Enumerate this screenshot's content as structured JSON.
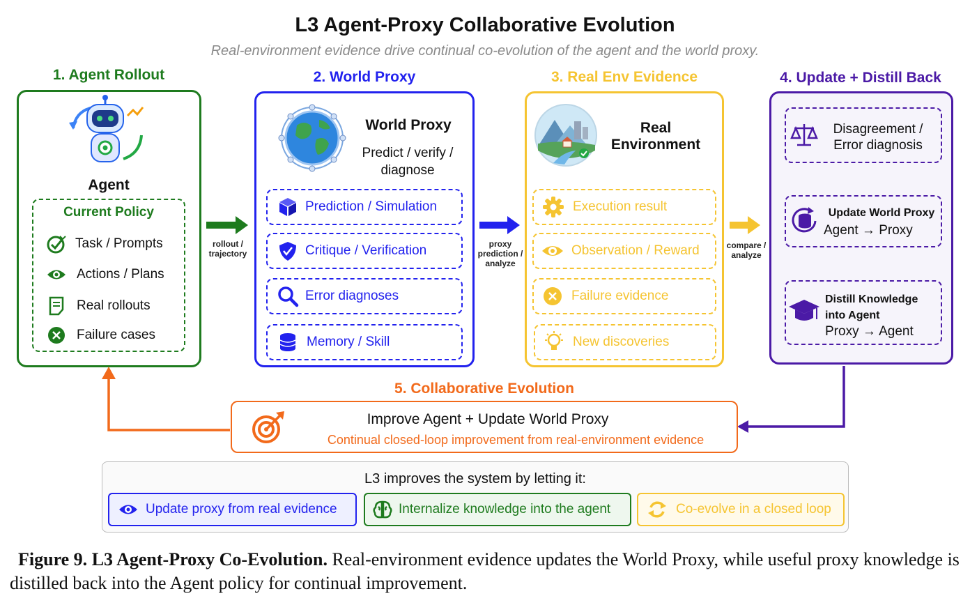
{
  "title": "L3 Agent-Proxy Collaborative Evolution",
  "subtitle": "Real-environment evidence drive continual co-evolution of the agent and the world proxy.",
  "colors": {
    "green": "#1e7b1e",
    "blue": "#2222ee",
    "yellow": "#f5c431",
    "purple": "#4b1aa6",
    "orange": "#f26a1b",
    "gray": "#bbbbbb"
  },
  "panel1": {
    "heading": "1. Agent Rollout",
    "name": "Agent",
    "policy_title": "Current Policy",
    "items": [
      {
        "icon": "target-check-icon",
        "label": "Task / Prompts"
      },
      {
        "icon": "eye-icon",
        "label": "Actions / Plans"
      },
      {
        "icon": "document-icon",
        "label": "Real rollouts"
      },
      {
        "icon": "x-circle-icon",
        "label": "Failure cases"
      }
    ]
  },
  "arrow1": {
    "label": "rollout / trajectory"
  },
  "panel2": {
    "heading": "2. World Proxy",
    "name": "World Proxy",
    "desc": "Predict / verify / diagnose",
    "items": [
      {
        "icon": "cube-icon",
        "label": "Prediction / Simulation"
      },
      {
        "icon": "shield-check-icon",
        "label": "Critique / Verification"
      },
      {
        "icon": "magnifier-icon",
        "label": "Error diagnoses"
      },
      {
        "icon": "database-icon",
        "label": "Memory / Skill"
      }
    ]
  },
  "arrow2": {
    "label": "proxy prediction / analyze"
  },
  "panel3": {
    "heading": "3. Real Env Evidence",
    "name": "Real Environment",
    "items": [
      {
        "icon": "gear-icon",
        "label": "Execution result"
      },
      {
        "icon": "eye-icon",
        "label": "Observation / Reward"
      },
      {
        "icon": "x-circle-icon",
        "label": "Failure evidence"
      },
      {
        "icon": "lightbulb-icon",
        "label": "New discoveries"
      }
    ]
  },
  "arrow3": {
    "label": "compare / analyze"
  },
  "panel4": {
    "heading": "4. Update + Distill Back",
    "box1": {
      "icon": "scales-icon",
      "line1": "Disagreement /",
      "line2": "Error diagnosis"
    },
    "box2": {
      "icon": "database-refresh-icon",
      "line1": "Update World Proxy",
      "line2": "Agent → Proxy"
    },
    "box3": {
      "icon": "graduation-cap-icon",
      "line1": "Distill Knowledge",
      "line2": "into Agent",
      "line3": "Proxy → Agent"
    }
  },
  "panel5": {
    "heading": "5. Collaborative Evolution",
    "main": "Improve Agent + Update World Proxy",
    "sub": "Continual closed-loop improvement from real-environment evidence"
  },
  "summary": {
    "title": "L3 improves the system by letting it:",
    "chips": [
      {
        "icon": "eye-icon",
        "label": "Update proxy from real evidence"
      },
      {
        "icon": "brain-icon",
        "label": "Internalize knowledge into the agent"
      },
      {
        "icon": "cycle-icon",
        "label": "Co-evolve in a closed loop"
      }
    ]
  },
  "caption": {
    "label": "Figure 9.",
    "bold": "L3 Agent-Proxy Co-Evolution.",
    "text": "Real-environment evidence updates the World Proxy, while useful proxy knowledge is distilled back into the Agent policy for continual improvement."
  }
}
